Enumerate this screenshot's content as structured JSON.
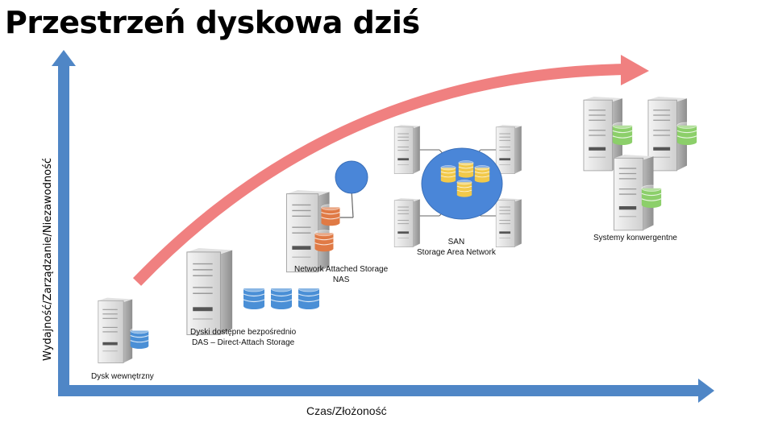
{
  "title": "Przestrzeń dyskowa dziś",
  "axes": {
    "y_label": "Wydajność/Zarządzanie/Niezawodność",
    "x_label": "Czas/Złożoność"
  },
  "stages": [
    {
      "id": "internal",
      "label": "Dysk wewnętrzny",
      "disk_color": "#4a8fd6"
    },
    {
      "id": "das",
      "label_line1": "Dyski dostępne bezpośrednio",
      "label_line2": "DAS – Direct-Attach Storage",
      "disk_color": "#4a8fd6"
    },
    {
      "id": "nas",
      "label_line1": "Network Attached Storage",
      "label_line2": "NAS",
      "disk_color": "#e07a45"
    },
    {
      "id": "san",
      "label_line1": "SAN",
      "label_line2": "Storage Area Network",
      "disk_color": "#f2c94a"
    },
    {
      "id": "converged",
      "label": "Systemy konwergentne",
      "disk_color": "#8ccf6a"
    }
  ],
  "colors": {
    "axis": "#4f86c6",
    "trend_arrow": "#f08080",
    "hub": "#4a86d8"
  }
}
